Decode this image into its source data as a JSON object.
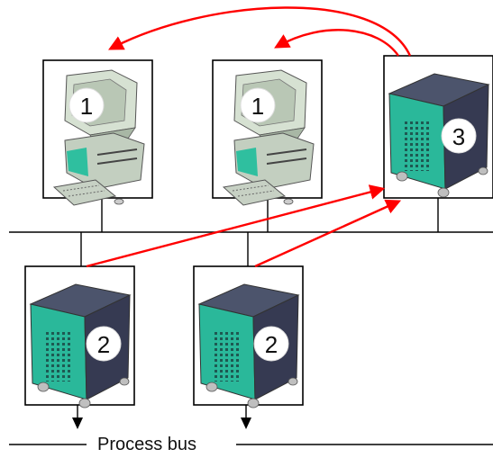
{
  "nodes": [
    {
      "id": "operator-station-a",
      "kind": "workstation",
      "badge": "1"
    },
    {
      "id": "operator-station-b",
      "kind": "workstation",
      "badge": "1"
    },
    {
      "id": "server-main",
      "kind": "server",
      "badge": "3"
    },
    {
      "id": "controller-a",
      "kind": "server",
      "badge": "2"
    },
    {
      "id": "controller-b",
      "kind": "server",
      "badge": "2"
    }
  ],
  "bus_label": "Process bus",
  "colors": {
    "arrow": "#ff0000",
    "line": "#000000",
    "monitor": "#c9d7c5",
    "server_side": "#28b89c",
    "server_front": "#3a3e58"
  }
}
